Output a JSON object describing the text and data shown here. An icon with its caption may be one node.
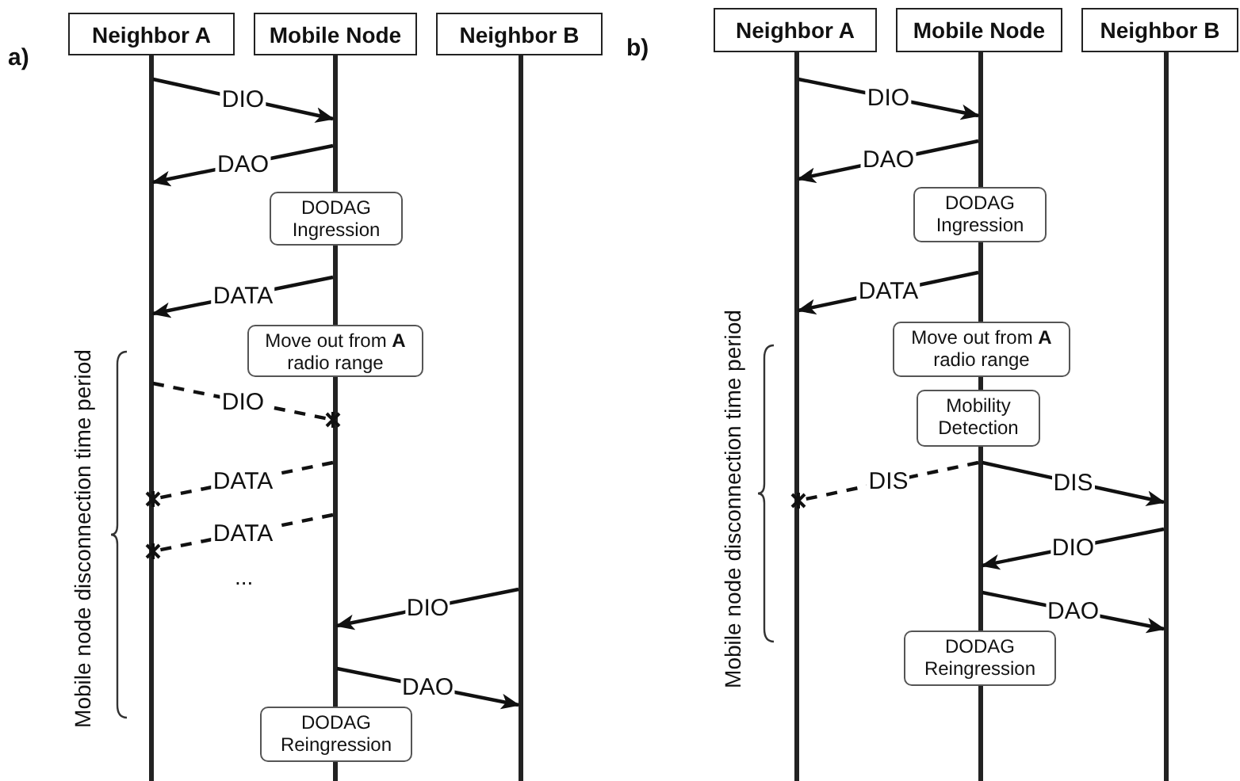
{
  "diagram": {
    "nodes": [
      {
        "text": [
          "Neighbor A"
        ]
      },
      {
        "text": [
          "Mobile Node"
        ]
      },
      {
        "text": [
          "Neighbor B"
        ]
      },
      {
        "text": [],
        "shape": "bar"
      },
      {
        "text": [],
        "shape": "bar"
      },
      {
        "text": [],
        "shape": "bar"
      },
      {
        "text": [
          "DODAG Ingression"
        ]
      },
      {
        "text": [],
        "shape": "bar"
      },
      {
        "text": [
          "Move out from **A** radio range"
        ]
      },
      {
        "text": [],
        "shape": "bar"
      },
      {
        "text": [
          "DODAG Reingression"
        ]
      },
      {
        "text": [],
        "shape": "bar"
      },
      {
        "text": [
          "Neighbor A"
        ]
      },
      {
        "text": [
          "Mobile Node"
        ]
      },
      {
        "text": [
          "Neighbor B"
        ]
      },
      {
        "text": [],
        "shape": "bar"
      },
      {
        "text": [],
        "shape": "bar"
      },
      {
        "text": [],
        "shape": "bar"
      },
      {
        "text": [
          "DODAG Ingression"
        ]
      },
      {
        "text": [],
        "shape": "bar"
      },
      {
        "text": [
          "Move out from **A** radio range"
        ]
      },
      {
        "text": [],
        "shape": "bar"
      },
      {
        "text": [
          "Mobility Detection"
        ]
      },
      {
        "text": [],
        "shape": "bar"
      },
      {
        "text": [
          "DODAG Reingression"
        ]
      },
      {
        "text": [],
        "shape": "bar"
      }
    ],
    "edges": [
      {
        "from": 3,
        "to": 4,
        "label": "DIO",
        "arrow": "to"
      },
      {
        "from": 4,
        "to": 3,
        "label": "DAO",
        "arrow": "to"
      },
      {
        "from": 7,
        "to": 3,
        "label": "DATA",
        "arrow": "to"
      },
      {
        "from": 3,
        "to": 9,
        "label": "DIO",
        "arrow": "other",
        "style": "dashed"
      },
      {
        "from": 9,
        "to": 3,
        "label": "DATA",
        "arrow": "other",
        "style": "dashed"
      },
      {
        "from": 9,
        "to": 3,
        "label": "DATA",
        "arrow": "other",
        "style": "dashed"
      },
      {
        "from": 5,
        "to": 9,
        "label": "DIO",
        "arrow": "to"
      },
      {
        "from": 9,
        "to": 5,
        "label": "DAO",
        "arrow": "to"
      },
      {
        "from": 15,
        "to": 16,
        "label": "DIO",
        "arrow": "to"
      },
      {
        "from": 16,
        "to": 15,
        "label": "DAO",
        "arrow": "to"
      },
      {
        "from": 19,
        "to": 15,
        "label": "DATA",
        "arrow": "to"
      },
      {
        "from": 23,
        "to": 15,
        "label": "DIS",
        "arrow": "other",
        "style": "dashed"
      },
      {
        "from": 23,
        "to": 17,
        "label": "DIS",
        "arrow": "to"
      },
      {
        "from": 17,
        "to": 23,
        "label": "DIO",
        "arrow": "to"
      },
      {
        "from": 23,
        "to": 17,
        "label": "DAO",
        "arrow": "to"
      }
    ],
    "labels": [
      "a)",
      "Mobile node disconnection time period",
      "...",
      "b)",
      "Mobile node disconnection time period"
    ]
  }
}
